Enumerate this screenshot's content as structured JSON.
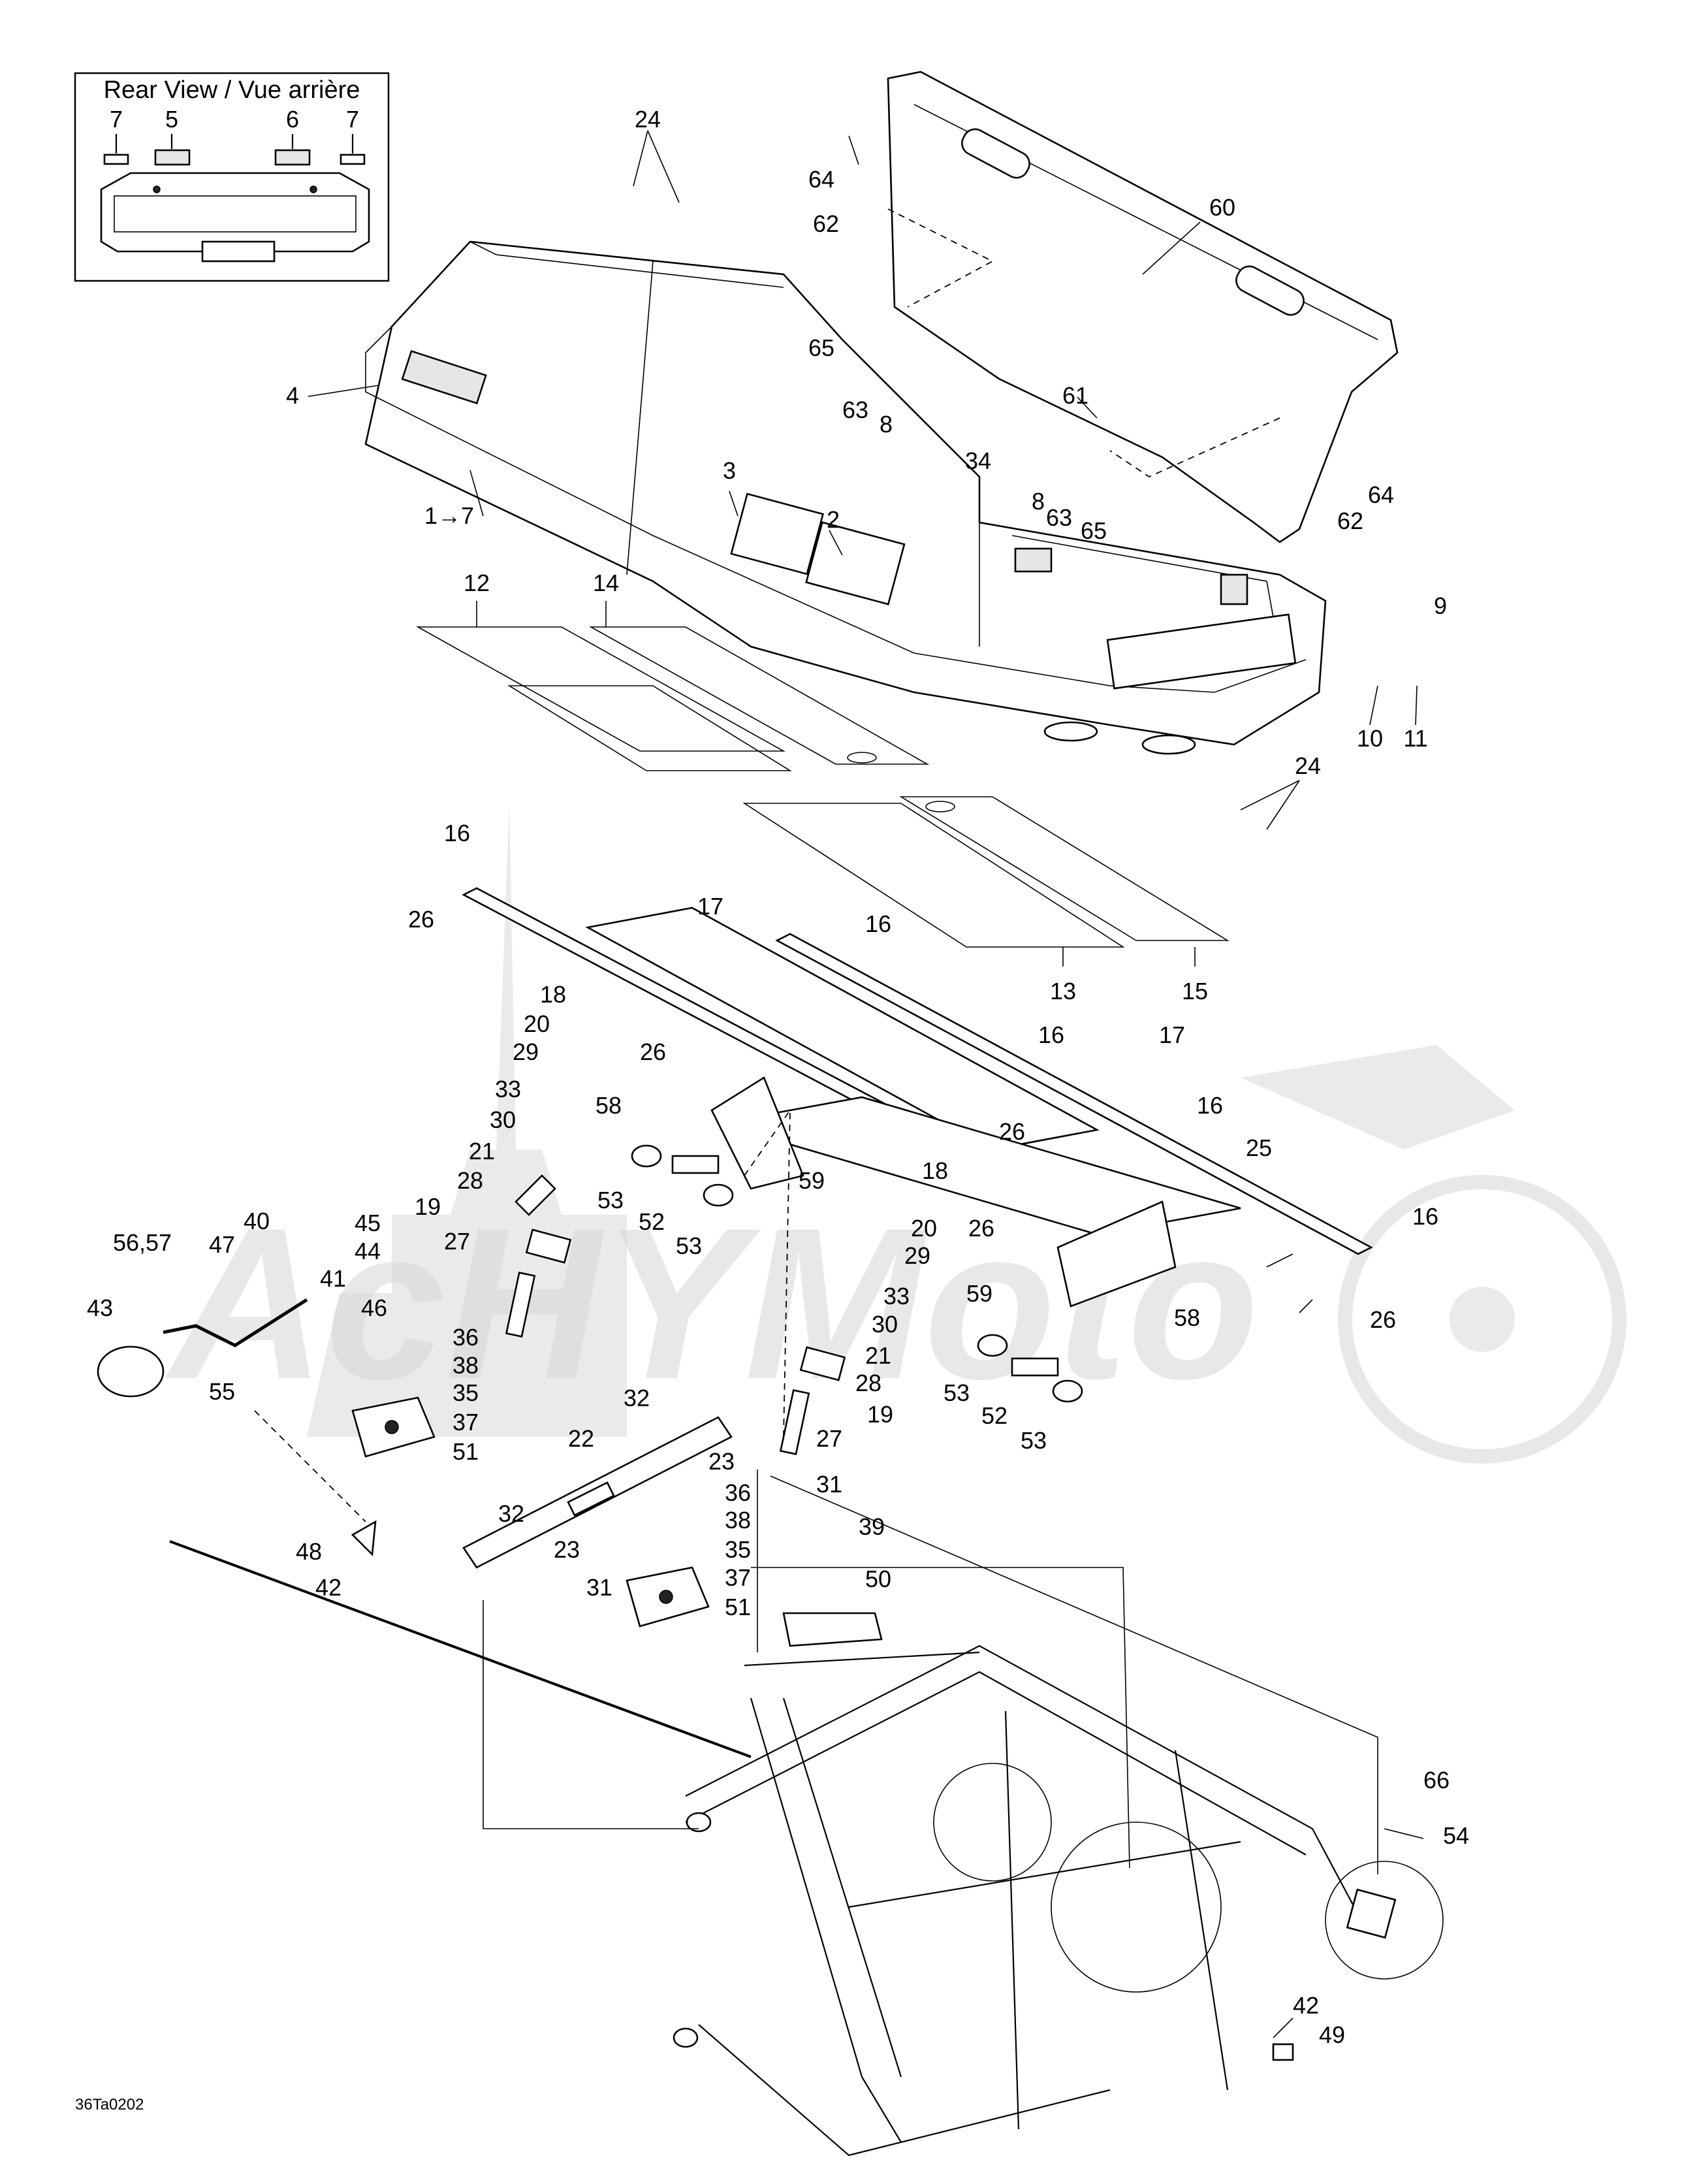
{
  "inset": {
    "title": "Rear View / Vue arrière",
    "labels": [
      "7",
      "5",
      "6",
      "7"
    ]
  },
  "drawing_code": "36Ta0202",
  "callouts": [
    {
      "id": "24a",
      "text": "24"
    },
    {
      "id": "64a",
      "text": "64"
    },
    {
      "id": "60",
      "text": "60"
    },
    {
      "id": "62a",
      "text": "62"
    },
    {
      "id": "4",
      "text": "4"
    },
    {
      "id": "65a",
      "text": "65"
    },
    {
      "id": "63a",
      "text": "63"
    },
    {
      "id": "8a",
      "text": "8"
    },
    {
      "id": "61",
      "text": "61"
    },
    {
      "id": "34",
      "text": "34"
    },
    {
      "id": "64b",
      "text": "64"
    },
    {
      "id": "1to7",
      "text": "1→7"
    },
    {
      "id": "8b",
      "text": "8"
    },
    {
      "id": "63b",
      "text": "63"
    },
    {
      "id": "65b",
      "text": "65"
    },
    {
      "id": "62b",
      "text": "62"
    },
    {
      "id": "3",
      "text": "3"
    },
    {
      "id": "2",
      "text": "2"
    },
    {
      "id": "9",
      "text": "9"
    },
    {
      "id": "12",
      "text": "12"
    },
    {
      "id": "14",
      "text": "14"
    },
    {
      "id": "10",
      "text": "10"
    },
    {
      "id": "11",
      "text": "11"
    },
    {
      "id": "24b",
      "text": "24"
    },
    {
      "id": "16a",
      "text": "16"
    },
    {
      "id": "26a",
      "text": "26"
    },
    {
      "id": "17a",
      "text": "17"
    },
    {
      "id": "16b",
      "text": "16"
    },
    {
      "id": "13",
      "text": "13"
    },
    {
      "id": "15",
      "text": "15"
    },
    {
      "id": "18a",
      "text": "18"
    },
    {
      "id": "20a",
      "text": "20"
    },
    {
      "id": "29a",
      "text": "29"
    },
    {
      "id": "26b",
      "text": "26"
    },
    {
      "id": "16c",
      "text": "16"
    },
    {
      "id": "17b",
      "text": "17"
    },
    {
      "id": "33a",
      "text": "33"
    },
    {
      "id": "58a",
      "text": "58"
    },
    {
      "id": "30a",
      "text": "30"
    },
    {
      "id": "16d",
      "text": "16"
    },
    {
      "id": "26c",
      "text": "26"
    },
    {
      "id": "21a",
      "text": "21"
    },
    {
      "id": "25",
      "text": "25"
    },
    {
      "id": "28a",
      "text": "28"
    },
    {
      "id": "53a",
      "text": "53"
    },
    {
      "id": "59a",
      "text": "59"
    },
    {
      "id": "19a",
      "text": "19"
    },
    {
      "id": "52a",
      "text": "52"
    },
    {
      "id": "18b",
      "text": "18"
    },
    {
      "id": "27a",
      "text": "27"
    },
    {
      "id": "53b",
      "text": "53"
    },
    {
      "id": "20b",
      "text": "20"
    },
    {
      "id": "16e",
      "text": "16"
    },
    {
      "id": "40",
      "text": "40"
    },
    {
      "id": "45",
      "text": "45"
    },
    {
      "id": "26d",
      "text": "26"
    },
    {
      "id": "29b",
      "text": "29"
    },
    {
      "id": "56_57",
      "text": "56,57"
    },
    {
      "id": "47",
      "text": "47"
    },
    {
      "id": "44",
      "text": "44"
    },
    {
      "id": "41",
      "text": "41"
    },
    {
      "id": "33b",
      "text": "33"
    },
    {
      "id": "59b",
      "text": "59"
    },
    {
      "id": "26e",
      "text": "26"
    },
    {
      "id": "46",
      "text": "46"
    },
    {
      "id": "30b",
      "text": "30"
    },
    {
      "id": "43",
      "text": "43"
    },
    {
      "id": "36a",
      "text": "36"
    },
    {
      "id": "58b",
      "text": "58"
    },
    {
      "id": "21b",
      "text": "21"
    },
    {
      "id": "38a",
      "text": "38"
    },
    {
      "id": "55",
      "text": "55"
    },
    {
      "id": "28b",
      "text": "28"
    },
    {
      "id": "35a",
      "text": "35"
    },
    {
      "id": "53c",
      "text": "53"
    },
    {
      "id": "32a",
      "text": "32"
    },
    {
      "id": "52b",
      "text": "52"
    },
    {
      "id": "37a",
      "text": "37"
    },
    {
      "id": "19b",
      "text": "19"
    },
    {
      "id": "53d",
      "text": "53"
    },
    {
      "id": "51a",
      "text": "51"
    },
    {
      "id": "23a",
      "text": "23"
    },
    {
      "id": "27b",
      "text": "27"
    },
    {
      "id": "22",
      "text": "22"
    },
    {
      "id": "31a",
      "text": "31"
    },
    {
      "id": "36b",
      "text": "36"
    },
    {
      "id": "32b",
      "text": "32"
    },
    {
      "id": "38b",
      "text": "38"
    },
    {
      "id": "39",
      "text": "39"
    },
    {
      "id": "48",
      "text": "48"
    },
    {
      "id": "23b",
      "text": "23"
    },
    {
      "id": "35b",
      "text": "35"
    },
    {
      "id": "50",
      "text": "50"
    },
    {
      "id": "42a",
      "text": "42"
    },
    {
      "id": "31b",
      "text": "31"
    },
    {
      "id": "37b",
      "text": "37"
    },
    {
      "id": "51b",
      "text": "51"
    },
    {
      "id": "66",
      "text": "66"
    },
    {
      "id": "54",
      "text": "54"
    },
    {
      "id": "42b",
      "text": "42"
    },
    {
      "id": "49",
      "text": "49"
    }
  ]
}
